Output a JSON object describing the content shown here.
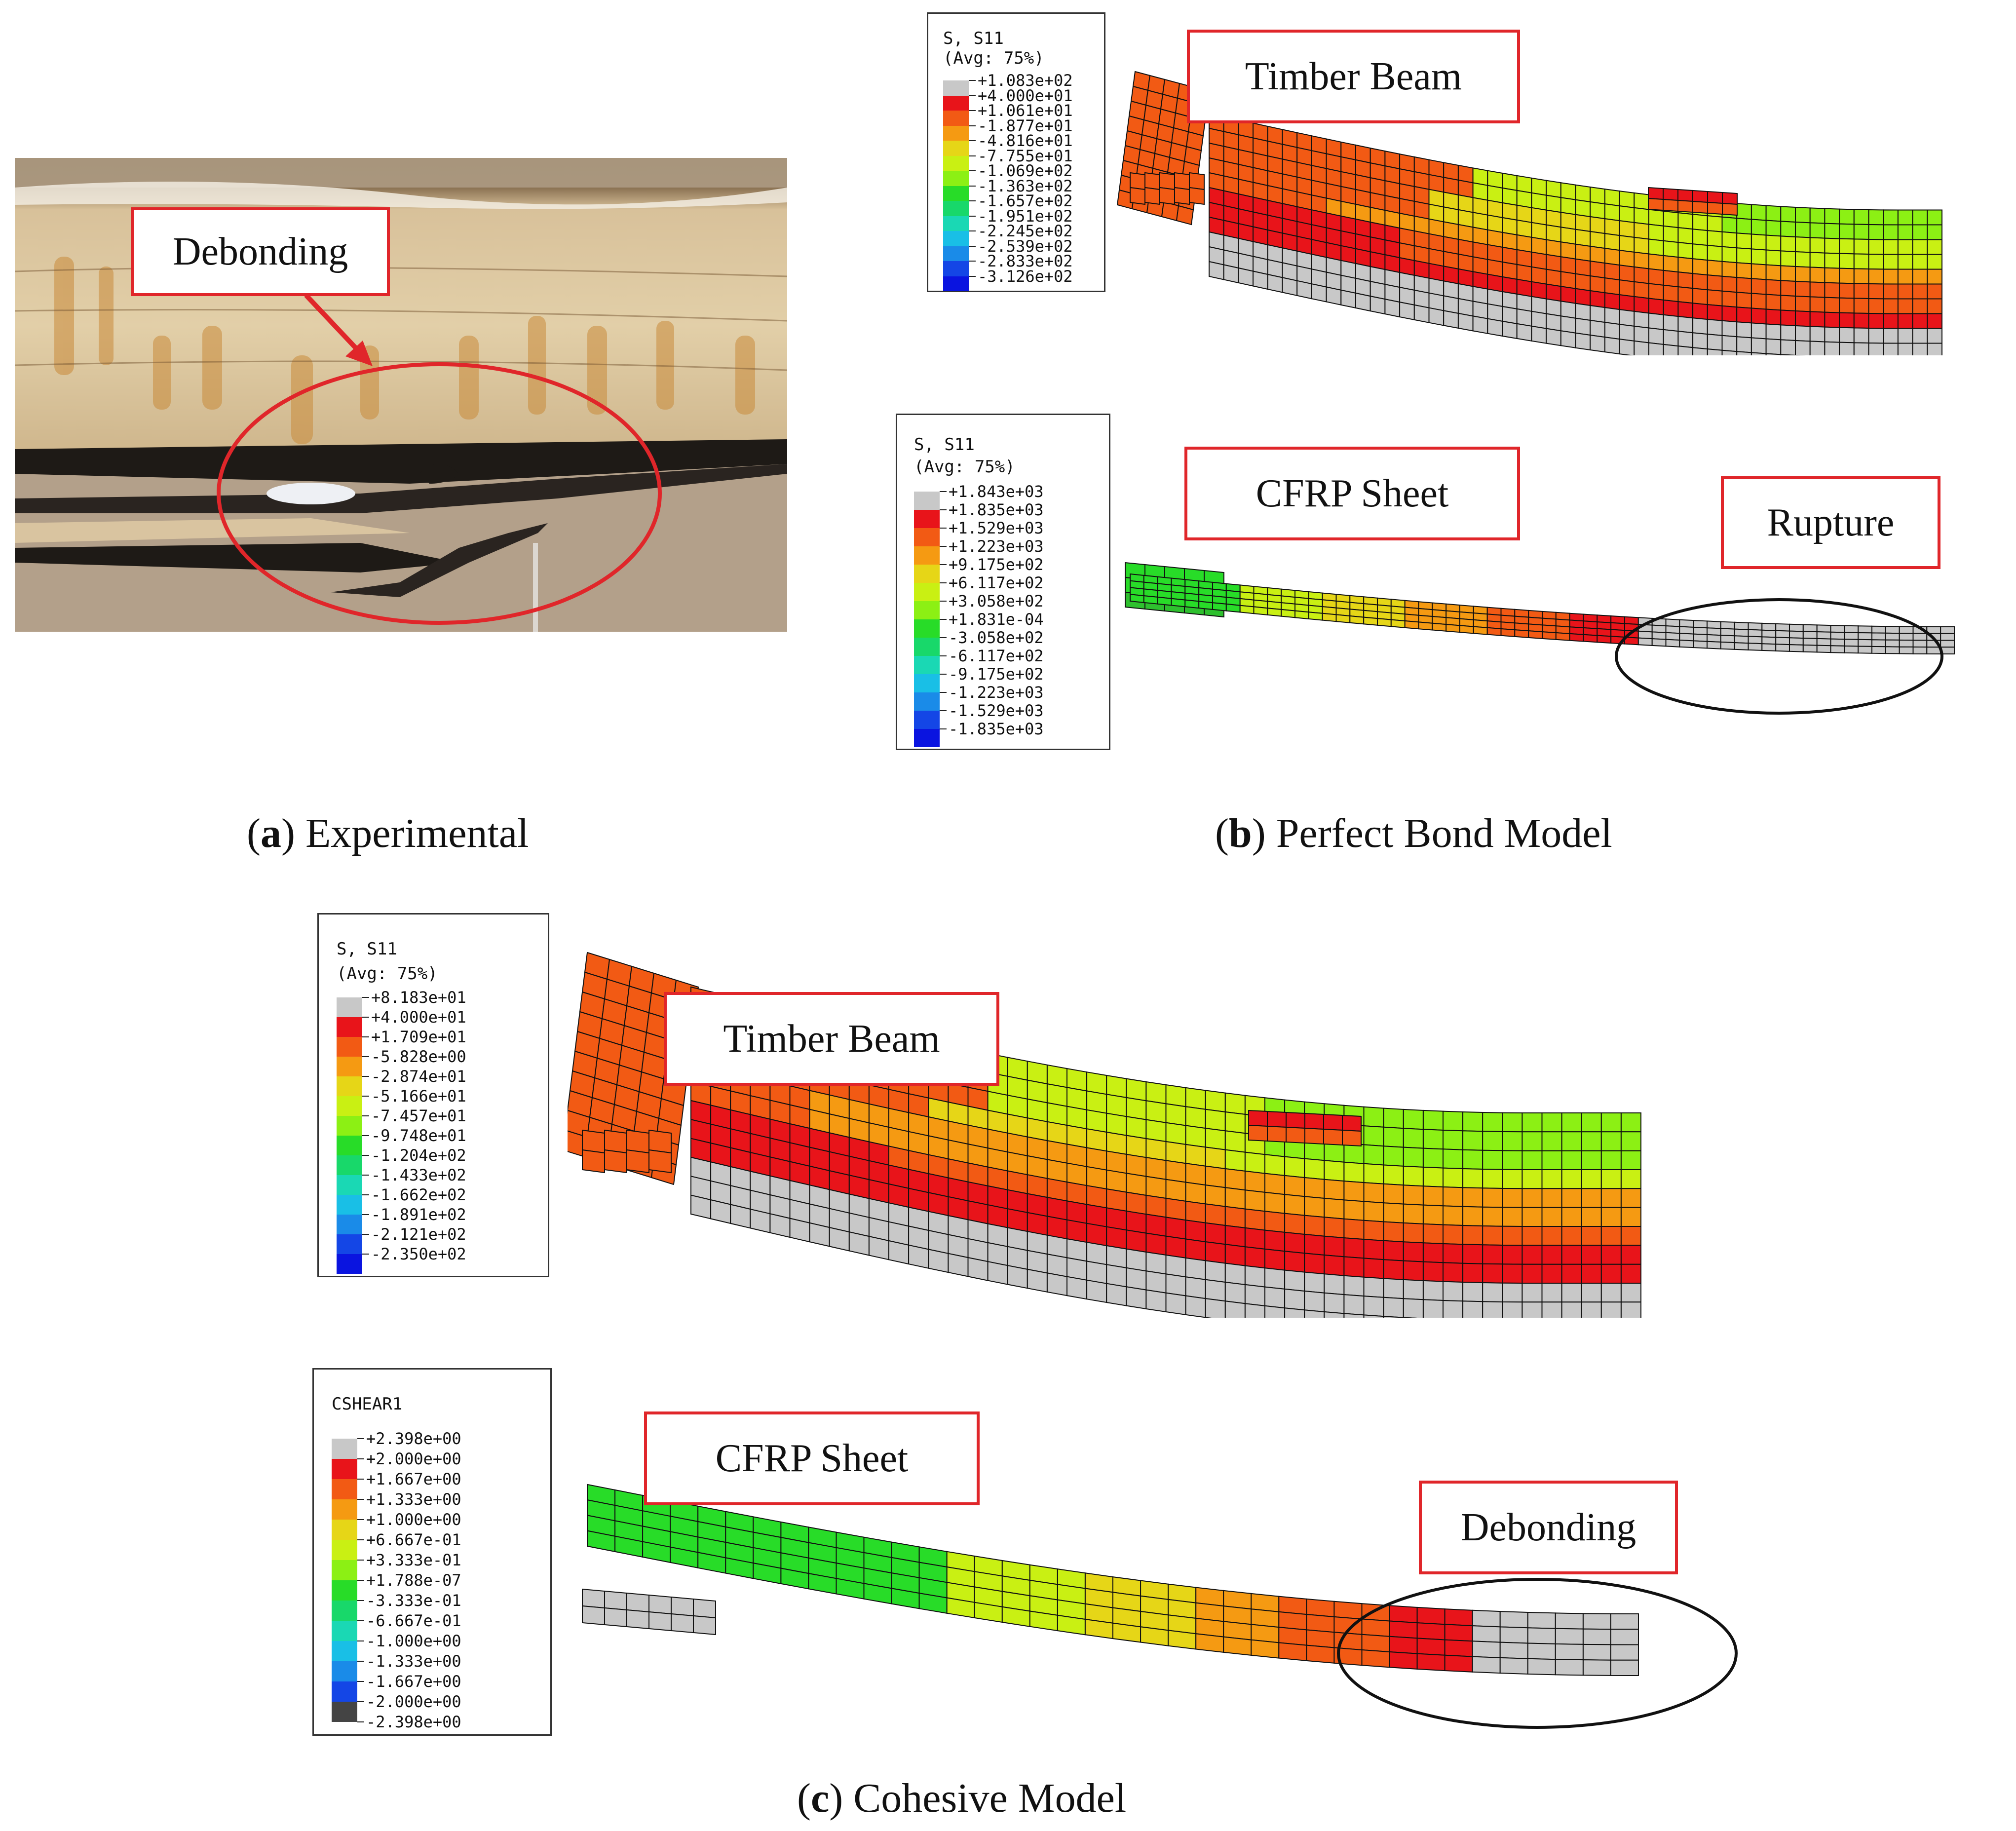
{
  "panels": {
    "a": {
      "caption_letter": "a",
      "caption_text": "Experimental",
      "callout": "Debonding"
    },
    "b": {
      "caption_letter": "b",
      "caption_text": "Perfect Bond Model",
      "top_label": "Timber Beam",
      "bottom_label": "CFRP Sheet",
      "rupture_label": "Rupture",
      "legend_top": {
        "title1": "S, S11",
        "title2": "(Avg: 75%)",
        "values": [
          "+1.083e+02",
          "+4.000e+01",
          "+1.061e+01",
          "-1.877e+01",
          "-4.816e+01",
          "-7.755e+01",
          "-1.069e+02",
          "-1.363e+02",
          "-1.657e+02",
          "-1.951e+02",
          "-2.245e+02",
          "-2.539e+02",
          "-2.833e+02",
          "-3.126e+02"
        ],
        "colors": [
          "#c8c8c8",
          "#e8141a",
          "#f25a14",
          "#f59a12",
          "#e6d617",
          "#c9f013",
          "#8cf014",
          "#28dc28",
          "#18d86a",
          "#1ad8b4",
          "#19bfe6",
          "#1a8be8",
          "#1446e6",
          "#0a14e0"
        ]
      },
      "legend_bottom": {
        "title1": "S, S11",
        "title2": "(Avg: 75%)",
        "values": [
          "+1.843e+03",
          "+1.835e+03",
          "+1.529e+03",
          "+1.223e+03",
          "+9.175e+02",
          "+6.117e+02",
          "+3.058e+02",
          "+1.831e-04",
          "-3.058e+02",
          "-6.117e+02",
          "-9.175e+02",
          "-1.223e+03",
          "-1.529e+03",
          "-1.835e+03"
        ],
        "colors": [
          "#c8c8c8",
          "#e8141a",
          "#f25a14",
          "#f59a12",
          "#e6d617",
          "#c9f013",
          "#8cf014",
          "#28dc28",
          "#18d86a",
          "#1ad8b4",
          "#19bfe6",
          "#1a8be8",
          "#1446e6",
          "#0a14e0"
        ]
      }
    },
    "c": {
      "caption_letter": "c",
      "caption_text": "Cohesive Model",
      "top_label": "Timber Beam",
      "bottom_label": "CFRP Sheet",
      "debond_label": "Debonding",
      "legend_top": {
        "title1": "S, S11",
        "title2": "(Avg: 75%)",
        "values": [
          "+8.183e+01",
          "+4.000e+01",
          "+1.709e+01",
          "-5.828e+00",
          "-2.874e+01",
          "-5.166e+01",
          "-7.457e+01",
          "-9.748e+01",
          "-1.204e+02",
          "-1.433e+02",
          "-1.662e+02",
          "-1.891e+02",
          "-2.121e+02",
          "-2.350e+02"
        ],
        "colors": [
          "#c8c8c8",
          "#e8141a",
          "#f25a14",
          "#f59a12",
          "#e6d617",
          "#c9f013",
          "#8cf014",
          "#28dc28",
          "#18d86a",
          "#1ad8b4",
          "#19bfe6",
          "#1a8be8",
          "#1446e6",
          "#0a14e0"
        ]
      },
      "legend_bottom": {
        "title1": "CSHEAR1",
        "title2": "",
        "values": [
          "+2.398e+00",
          "+2.000e+00",
          "+1.667e+00",
          "+1.333e+00",
          "+1.000e+00",
          "+6.667e-01",
          "+3.333e-01",
          "+1.788e-07",
          "-3.333e-01",
          "-6.667e-01",
          "-1.000e+00",
          "-1.333e+00",
          "-1.667e+00",
          "-2.000e+00",
          "-2.398e+00"
        ],
        "colors": [
          "#c8c8c8",
          "#e8141a",
          "#f25a14",
          "#f59a12",
          "#e6d617",
          "#c9f013",
          "#8cf014",
          "#28dc28",
          "#18d86a",
          "#1ad8b4",
          "#19bfe6",
          "#1a8be8",
          "#1446e6",
          "#444444"
        ]
      }
    }
  }
}
